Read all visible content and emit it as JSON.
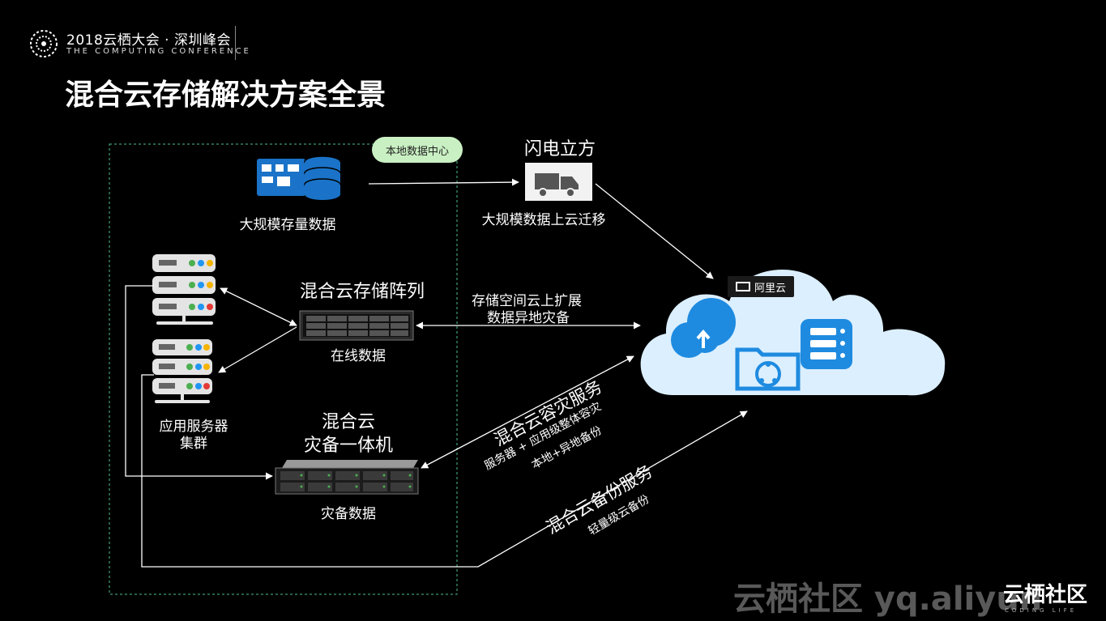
{
  "header": {
    "brand_title": "2018云栖大会 · 深圳峰会",
    "brand_subtitle": "THE COMPUTING CONFERENCE",
    "page_title": "混合云存储解决方案全景"
  },
  "local_dc": {
    "badge": "本地数据中心"
  },
  "nodes": {
    "massive_data": "大规模存量数据",
    "lightning_cube": "闪电立方",
    "migration": "大规模数据上云迁移",
    "hybrid_array": "混合云存储阵列",
    "online_data": "在线数据",
    "app_cluster_line1": "应用服务器",
    "app_cluster_line2": "集群",
    "dr_line1": "混合云",
    "dr_line2": "灾备一体机",
    "dr_data": "灾备数据",
    "aliyun": "阿里云"
  },
  "links": {
    "expand_line1": "存储空间云上扩展",
    "expand_line2": "数据异地灾备",
    "dr_service": "混合云容灾服务",
    "dr_detail1": "服务器  +  应用级整体容灾",
    "dr_detail2": "本地+异地备份",
    "backup_service": "混合云备份服务",
    "backup_detail": "轻量级云备份"
  },
  "watermark": {
    "site": "云栖社区 yq.aliyun",
    "brand": "云栖社区",
    "tagline": "CODING LIFE"
  },
  "colors": {
    "background": "#000000",
    "cloud": "#dcefff",
    "cloud_icon": "#1e8be0",
    "badge": "#c9f0c2"
  }
}
